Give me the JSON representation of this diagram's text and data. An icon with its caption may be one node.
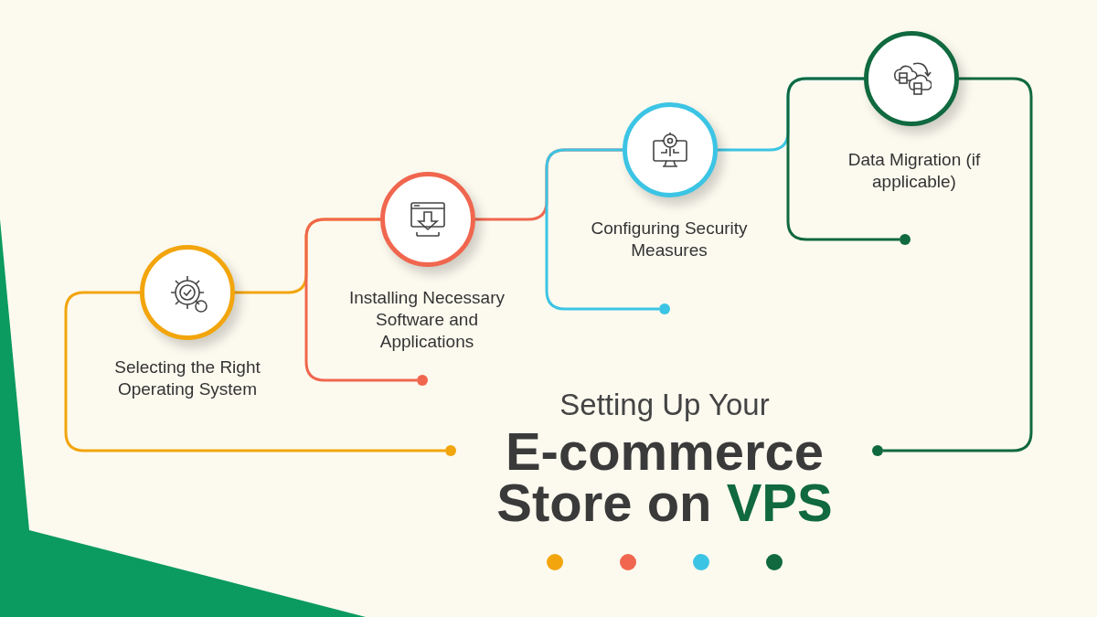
{
  "diagram": {
    "title": "Setting Up Your E-commerce Store on VPS",
    "nodes": [
      {
        "text": [],
        "shape": "circle",
        "beside": [
          "Selecting the Right Operating System"
        ]
      },
      {
        "text": [],
        "shape": "circle",
        "beside": [
          "Installing Necessary Software and Applications"
        ]
      },
      {
        "text": [],
        "shape": "circle",
        "beside": [
          "Configuring Security Measures"
        ]
      },
      {
        "text": [],
        "shape": "circle",
        "beside": [
          "Data Migration (if applicable)"
        ]
      },
      {
        "text": [],
        "shape": "circle"
      },
      {
        "text": [],
        "shape": "circle"
      },
      {
        "text": [],
        "shape": "circle"
      },
      {
        "text": [],
        "shape": "circle"
      },
      {
        "text": [],
        "shape": "circle"
      }
    ],
    "edges": [
      {
        "from": 4,
        "to": 0,
        "arrow": "none",
        "color": "#f2a50c"
      },
      {
        "from": 0,
        "to": 1,
        "arrow": "none",
        "color": "#f2a50c"
      },
      {
        "from": 5,
        "to": 1,
        "arrow": "none",
        "color": "#f0664e"
      },
      {
        "from": 1,
        "to": 2,
        "arrow": "none",
        "color": "#f0664e"
      },
      {
        "from": 6,
        "to": 2,
        "arrow": "none",
        "color": "#3cc4e4"
      },
      {
        "from": 2,
        "to": 3,
        "arrow": "none",
        "color": "#3cc4e4"
      },
      {
        "from": 7,
        "to": 3,
        "arrow": "none",
        "color": "#10693f"
      },
      {
        "from": 3,
        "to": 8,
        "arrow": "none",
        "color": "#10693f"
      }
    ]
  }
}
